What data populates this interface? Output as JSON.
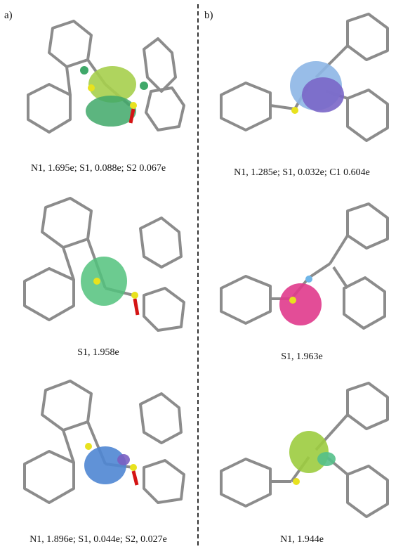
{
  "panels": {
    "a": {
      "label": "a)",
      "structures": [
        {
          "caption": "N1, 1.695e; S1, 0.088e; S2 0.067e",
          "lobe_colors": [
            "#a6cf4c",
            "#3fa869"
          ]
        },
        {
          "caption": "S1, 1.958e",
          "lobe_colors": [
            "#52c27d"
          ]
        },
        {
          "caption": "N1, 1.896e; S1, 0.044e; S2, 0.027e",
          "lobe_colors": [
            "#4f86d3",
            "#7a5fc2"
          ]
        }
      ]
    },
    "b": {
      "label": "b)",
      "structures": [
        {
          "caption": "N1, 1.285e; S1, 0.032e; C1 0.604e",
          "lobe_colors": [
            "#7a66c8",
            "#8db6e6"
          ]
        },
        {
          "caption": "S1, 1.963e",
          "lobe_colors": [
            "#e03a8c"
          ]
        },
        {
          "caption": "N1, 1.944e",
          "lobe_colors": [
            "#9ccc3f",
            "#54c08a"
          ]
        }
      ]
    }
  },
  "atom_colors": {
    "carbon": "#8c8c8c",
    "hydrogen": "#e6e6e6",
    "sulfur": "#e8e21e",
    "oxygen": "#d41414",
    "nitrogen": "#6fb6e8"
  }
}
